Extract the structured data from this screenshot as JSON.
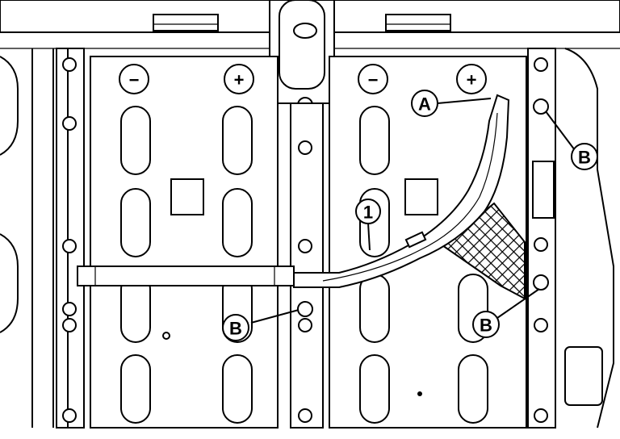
{
  "diagram": {
    "callouts": {
      "harness_number": "1",
      "clip_a": "A",
      "bolt_b_right_top": "B",
      "bolt_b_center": "B",
      "bolt_b_right_bottom": "B"
    },
    "plates": {
      "minus_symbol": "−",
      "plus_symbol": "+"
    }
  }
}
